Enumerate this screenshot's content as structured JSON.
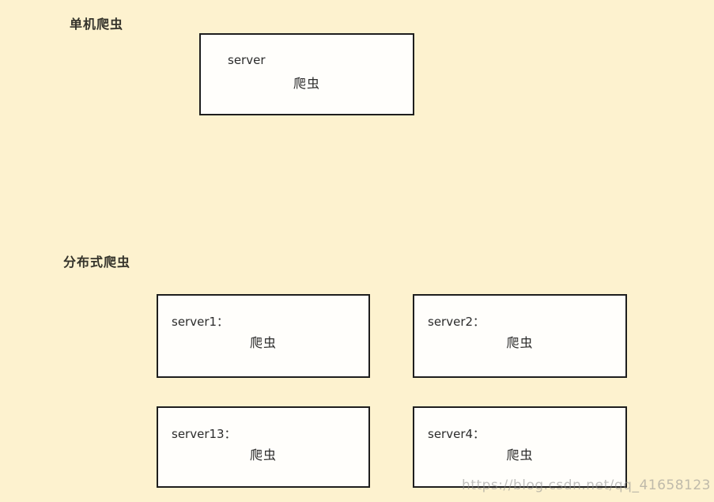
{
  "sections": [
    {
      "label": "单机爬虫",
      "boxes": [
        {
          "title": "server",
          "content": "爬虫"
        }
      ]
    },
    {
      "label": "分布式爬虫",
      "boxes": [
        {
          "title": "server1：",
          "content": "爬虫"
        },
        {
          "title": "server2：",
          "content": "爬虫"
        },
        {
          "title": "server13：",
          "content": "爬虫"
        },
        {
          "title": "server4：",
          "content": "爬虫"
        }
      ]
    }
  ],
  "watermark": "https://blog.csdn.net/qq_41658123",
  "colors": {
    "background": "#FDF2CF",
    "box_fill": "#FFFEFB",
    "box_border": "#1E1E1E",
    "text": "#2B2B2B",
    "watermark": "#8C8C8C"
  }
}
